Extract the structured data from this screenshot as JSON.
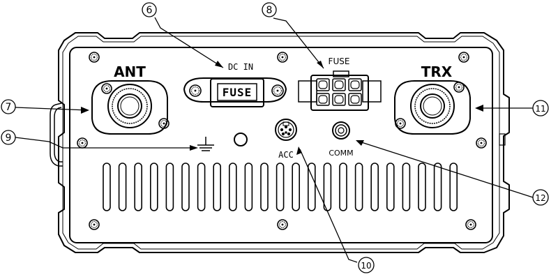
{
  "labels": {
    "ant": "ANT",
    "trx": "TRX",
    "dc_in": "DC IN",
    "fuse_top": "FUSE",
    "fuse_holder": "FUSE",
    "acc": "ACC",
    "comm": "COMM"
  },
  "callouts": {
    "c6": "6",
    "c7": "7",
    "c8": "8",
    "c9": "9",
    "c10": "10",
    "c11": "11",
    "c12": "12"
  }
}
